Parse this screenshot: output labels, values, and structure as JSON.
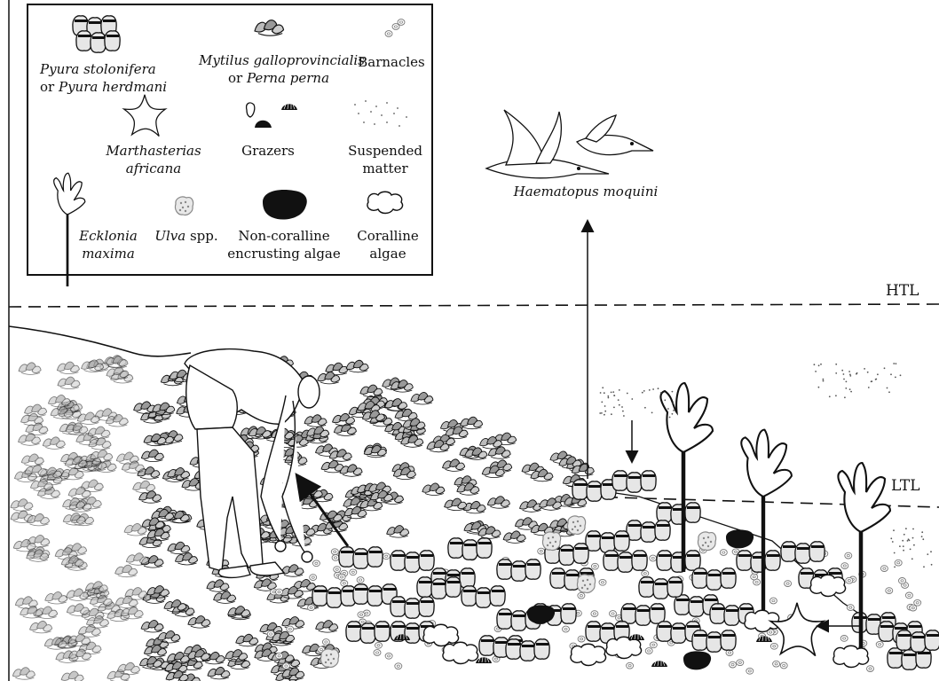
{
  "legend": {
    "pyura_name1": "Pyura stolonifera",
    "pyura_or": "or",
    "pyura_name2": "Pyura herdmani",
    "mytilus_name1": "Mytilus galloprovincialis",
    "mytilus_or": "or",
    "mytilus_name2": "Perna perna",
    "barnacles": "Barnacles",
    "marthasterias_line1": "Marthasterias",
    "marthasterias_line2": "africana",
    "grazers": "Grazers",
    "suspended_line1": "Suspended",
    "suspended_line2": "matter",
    "ecklonia_line1": "Ecklonia",
    "ecklonia_line2": "maxima",
    "ulva_genus": "Ulva",
    "ulva_spp": "spp.",
    "noncoralline_line1": "Non-coralline",
    "noncoralline_line2": "encrusting algae",
    "coralline_line1": "Coralline",
    "coralline_line2": "algae"
  },
  "bird_label": "Haematopus moquini",
  "zones": {
    "htl": "HTL",
    "ltl": "LTL"
  },
  "colors": {
    "ink": "#111111",
    "fill_dark": "#111111",
    "fill_light": "#e6e6e6",
    "mussel_gray": "#9a9a9a"
  },
  "icons": [
    "pyura-icon",
    "mussel-icon",
    "barnacle-icon",
    "starfish-icon",
    "grazer-icon",
    "suspended-matter-icon",
    "kelp-icon",
    "ulva-icon",
    "encrusting-algae-icon",
    "coralline-algae-icon",
    "oystercatcher-icon",
    "human-collector-icon"
  ]
}
